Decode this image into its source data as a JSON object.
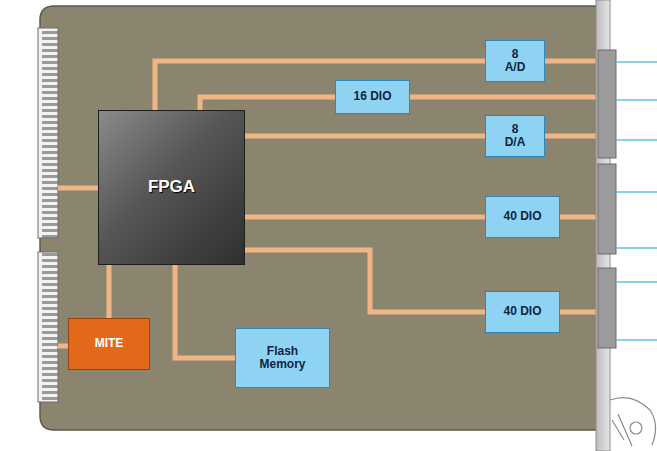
{
  "diagram": {
    "nodes": [
      {
        "text": [
          "FPGA"
        ]
      },
      {
        "text": [
          "16 DIO"
        ]
      },
      {
        "text": [
          "8 A/D"
        ]
      },
      {
        "text": [
          "8 D/A"
        ]
      },
      {
        "text": [
          "40 DIO"
        ]
      },
      {
        "text": [
          "40 DIO"
        ]
      },
      {
        "text": [
          "MITE"
        ]
      },
      {
        "text": [
          "Flash Memory"
        ]
      }
    ],
    "edges": [
      {
        "from": 0,
        "to": 1,
        "arrow": "none"
      },
      {
        "from": 0,
        "to": 2,
        "arrow": "none"
      },
      {
        "from": 0,
        "to": 3,
        "arrow": "none"
      },
      {
        "from": 0,
        "to": 4,
        "arrow": "none"
      },
      {
        "from": 0,
        "to": 5,
        "arrow": "none"
      },
      {
        "from": 0,
        "to": 6,
        "arrow": "none"
      },
      {
        "from": 0,
        "to": 7,
        "arrow": "none"
      }
    ]
  }
}
